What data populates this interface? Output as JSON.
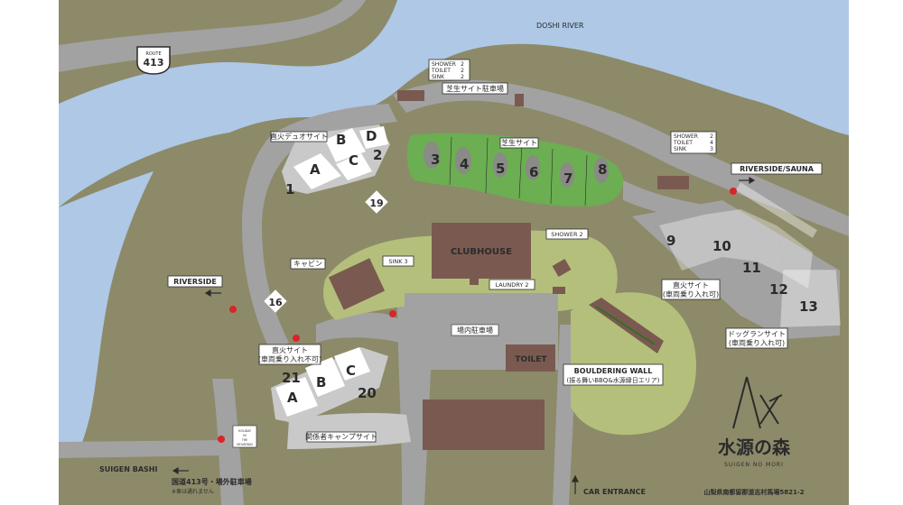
{
  "colors": {
    "ground": "#8d8a69",
    "road": "#a2a2a2",
    "river": "#aec8e6",
    "field": "#6cae52",
    "grass": "#b4bf7c",
    "building": "#7a5a50",
    "site": "#ffffff",
    "no_entry": "#d8242b"
  },
  "map": {
    "river_label": "DOSHI RIVER",
    "route_sign": {
      "title": "ROUTE",
      "number": "413"
    },
    "riverside_sauna": "RIVERSIDE/SAUNA",
    "riverside": "RIVERSIDE",
    "suigen_bashi": "SUIGEN BASHI",
    "car_entrance": "CAR ENTRANCE",
    "parking_outside": {
      "line1": "国道413号・場外駐車場",
      "line2": "※車は通れません"
    },
    "clubhouse": "CLUBHOUSE",
    "toilet": "TOILET",
    "onsite_parking": "場内駐車場",
    "laundry": "LAUNDRY  2",
    "shower_small": "SHOWER  2",
    "sink_small": "SINK  3",
    "cabin": "キャビン",
    "lawn_site": "芝生サイト",
    "lawn_parking": "芝生サイト駐車場",
    "duo_site": "直火デュオサイト",
    "direct_fire_no_car": {
      "line1": "直火サイト",
      "line2": "(車両乗り入れ不可)"
    },
    "direct_fire_car": {
      "line1": "直火サイト",
      "line2": "(車両乗り入れ可)"
    },
    "dog_run": {
      "line1": "ドッグランサイト",
      "line2": "(車両乗り入れ可)"
    },
    "staff_camp": "関係者キャンプサイト",
    "bouldering": {
      "line1": "BOULDERING WALL",
      "line2": "(振る舞いBBQ&水源縁日エリア)"
    },
    "facility_top": [
      {
        "name": "SHOWER",
        "count": "2"
      },
      {
        "name": "TOILET",
        "count": "2"
      },
      {
        "name": "SINK",
        "count": "2"
      }
    ],
    "facility_right": [
      {
        "name": "SHOWER",
        "count": "2"
      },
      {
        "name": "TOILET",
        "count": "4"
      },
      {
        "name": "SINK",
        "count": "3"
      }
    ],
    "holiday_sign": {
      "line1": "HOLIDAY",
      "line2": "IN",
      "line3": "THE",
      "line4": "MOUNTAIN"
    },
    "duo_sites": [
      "A",
      "B",
      "C",
      "D",
      "1",
      "2"
    ],
    "lawn_sites": [
      "3",
      "4",
      "5",
      "6",
      "7",
      "8"
    ],
    "right_sites": [
      "9",
      "10",
      "11",
      "12",
      "13"
    ],
    "lower_sites": [
      "A",
      "B",
      "C",
      "20",
      "21"
    ],
    "diamond_sites": [
      "19",
      "16"
    ]
  },
  "brand": {
    "name": "水源の森",
    "romaji": "SUIGEN NO MORI",
    "address": "山梨県南都留郡道志村馬場5821-2"
  }
}
